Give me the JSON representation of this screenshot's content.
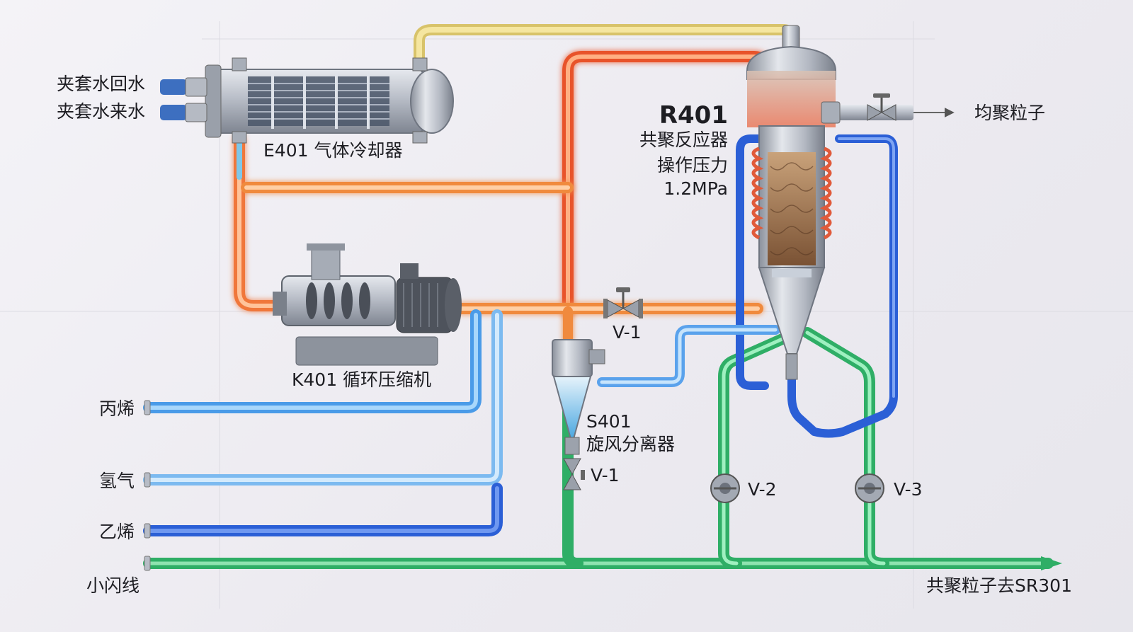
{
  "inlets": {
    "jacket_return": "夹套水回水",
    "jacket_supply": "夹套水来水",
    "propylene": "丙烯",
    "hydrogen": "氢气",
    "ethylene": "乙烯",
    "flash_line": "小闪线"
  },
  "equipment": {
    "cooler": "E401 气体冷却器",
    "compressor": "K401 循环压缩机",
    "reactor_tag": "R401",
    "reactor_name": "共聚反应器",
    "reactor_pressure_label": "操作压力",
    "reactor_pressure_value": "1.2MPa",
    "cyclone_tag": "S401",
    "cyclone_name": "旋风分离器"
  },
  "valves": {
    "v1_main": "V-1",
    "v1_cyclone": "V-1",
    "v2": "V-2",
    "v3": "V-3"
  },
  "outlets": {
    "homopolymer": "均聚粒子",
    "copolymer_out": "共聚粒子去SR301"
  },
  "colors": {
    "hot": "#ef5a2a",
    "hot_core": "#ff9a5a",
    "cool_blue": "#3a8ee8",
    "dark_blue": "#2a5fd8",
    "light_blue": "#7bbff2",
    "green": "#2fb86a",
    "yellow": "#efd977",
    "steel": "#b7bcc6"
  }
}
